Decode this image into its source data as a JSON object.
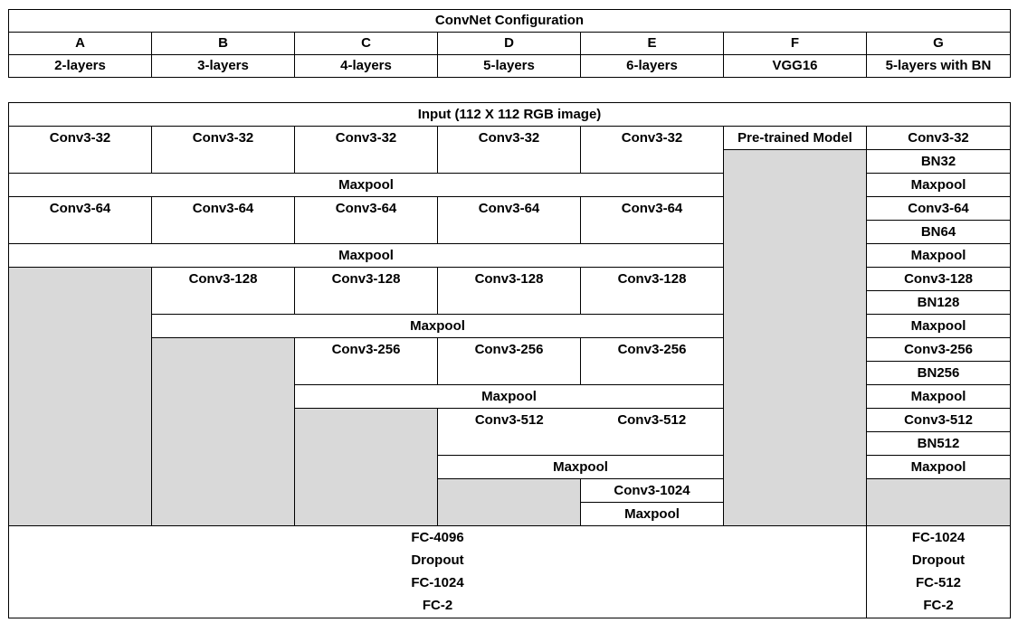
{
  "config": {
    "title": "ConvNet Configuration",
    "letters": [
      "A",
      "B",
      "C",
      "D",
      "E",
      "F",
      "G"
    ],
    "depths": [
      "2-layers",
      "3-layers",
      "4-layers",
      "5-layers",
      "6-layers",
      "VGG16",
      "5-layers with BN"
    ]
  },
  "arch": {
    "input": "Input (112 X 112 RGB image)",
    "conv32": "Conv3-32",
    "conv64": "Conv3-64",
    "conv128": "Conv3-128",
    "conv256": "Conv3-256",
    "conv512": "Conv3-512",
    "conv1024": "Conv3-1024",
    "maxpool": "Maxpool",
    "pretrained": "Pre-trained Model",
    "bn32": "BN32",
    "bn64": "BN64",
    "bn128": "BN128",
    "bn256": "BN256",
    "bn512": "BN512",
    "fc_main": [
      "FC-4096",
      "Dropout",
      "FC-1024",
      "FC-2"
    ],
    "fc_g": [
      "FC-1024",
      "Dropout",
      "FC-512",
      "FC-2"
    ]
  }
}
